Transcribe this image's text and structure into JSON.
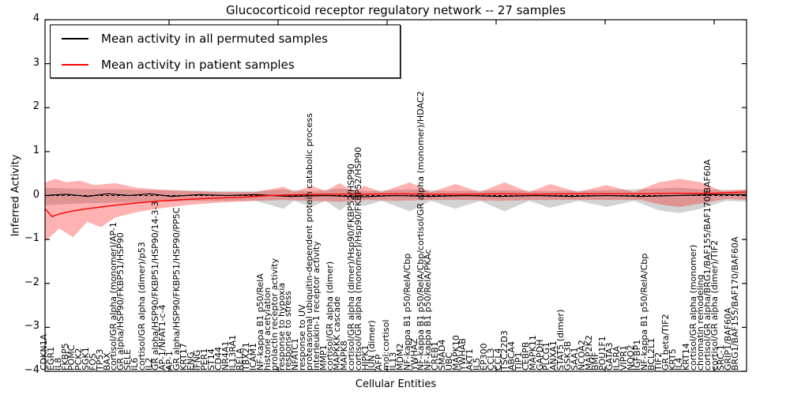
{
  "figure": {
    "title": "Glucocorticoid receptor regulatory network -- 27 samples",
    "xlabel": "Cellular Entities",
    "ylabel": "Inferred Activity"
  },
  "legend": {
    "items": [
      {
        "label": "Mean activity in all permuted samples",
        "color": "#000000"
      },
      {
        "label": "Mean activity in patient samples",
        "color": "#ff0000"
      }
    ]
  },
  "chart_data": {
    "type": "line",
    "title": "Glucocorticoid receptor regulatory network -- 27 samples",
    "xlabel": "Cellular Entities",
    "ylabel": "Inferred Activity",
    "ylim": [
      -4,
      4
    ],
    "yticks": [
      "4",
      "3",
      "2",
      "1",
      "0",
      "−1",
      "−2",
      "−3",
      "−4"
    ],
    "ytick_values": [
      4,
      3,
      2,
      1,
      0,
      -1,
      -2,
      -3,
      -4
    ],
    "grid": false,
    "legend_position": "upper left",
    "n_samples": 27,
    "entities": [
      "CDKN1A",
      "EGR1",
      "IL8",
      "FKBP5",
      "POMC",
      "PCK2",
      "SGK1",
      "FOS",
      "TP53",
      "BAX",
      "cortisol/GR alpha (monomer)/AP-1",
      "GR alpha/HSP90/FKBP51/HSP90",
      "SELE",
      "IL6",
      "cortisol/GR alpha (dimer)/p53",
      "IL2",
      "GR alpha/HSP90/FKBP51/HSP90/14-3-3",
      "AP-1/NFAT1-c-4",
      "AP-1",
      "GR alpha/HSP90/FKBP51/HSP90/PP5C",
      "KRT17",
      "ENG",
      "IFNG",
      "PER1",
      "ST14",
      "CD44",
      "NR4A1",
      "IL13RA1",
      "RELA",
      "TBX21",
      "ICAM1",
      "NF-kappa B1 p50/RelA",
      "histone acetylation",
      "prolactin receptor activity",
      "response to hypoxia",
      "response to stress",
      "NFATC1",
      "response to UV",
      "proteasomal ubiquitin-dependent protein catabolic process",
      "interleukin-1 receptor activity",
      "MMP1",
      "cortisol/GR alpha (dimer)",
      "MAPKKK cascade",
      "MAPK8",
      "cortisol/GR alpha (dimer)/Hsp90/FKBP52/HSP90",
      "cortisol/GR alpha (monomer)/Hsp90/FKBP52/HSP90",
      "HIPK1",
      "JUN (dimer)",
      "AFP",
      "mol:cortisol",
      "IL13",
      "MDM2",
      "NF-kappa B1 p50/RelA/Cbp",
      "YWHAZ",
      "NF-kappa B1 p50/RelA/Cbp/cortisol/GR alpha (monomer)/HDAC2",
      "NF-kappa B1 p50/RelA/PKAc",
      "CREB1",
      "SMAD4",
      "UBC",
      "MAPK10",
      "YWHAB",
      "AKT1",
      "IL5",
      "EP300",
      "CCL3",
      "CCL4",
      "TSC22D3",
      "ABCA4",
      "TJP1",
      "CEBPB",
      "MAPK11",
      "GAPDH",
      "PLCG1",
      "ANXA1",
      "STAT5 (dimer)",
      "GSK3B",
      "SAA1",
      "NCOA2",
      "MAP2K2",
      "BMF",
      "POU1F1",
      "GATA3",
      "IL5RA",
      "VIPR1",
      "NQO2",
      "IGFBP1",
      "NF-kappa B1 p50/RelA/Cbp",
      "BCL2L1",
      "TIF2",
      "GR beta/TIF2",
      "KRT5",
      "IL4",
      "KRT14",
      "cortisol/GR alpha (monomer)",
      "chromatin remodeling",
      "cortisol/GR alpha/BRG1/BAF155/BAF170/BAF60A",
      "cortisol/GR alpha (dimer)/TIF2",
      "SRC-1",
      "GRIP1/BAF60A",
      "BRG1/BAF155/BAF170/BAF60A"
    ],
    "series": [
      {
        "name": "Mean activity in all permuted samples",
        "color": "#000000",
        "width": 1.2,
        "points": [
          [
            0,
            0.0
          ],
          [
            0.03,
            0.03
          ],
          [
            0.06,
            -0.02
          ],
          [
            0.09,
            0.04
          ],
          [
            0.12,
            0.0
          ],
          [
            0.15,
            0.04
          ],
          [
            0.18,
            -0.02
          ],
          [
            0.22,
            0.02
          ],
          [
            0.26,
            0.0
          ],
          [
            0.3,
            0.02
          ],
          [
            0.35,
            -0.02
          ],
          [
            0.4,
            0.0
          ],
          [
            0.45,
            -0.03
          ],
          [
            0.5,
            0.0
          ],
          [
            0.55,
            -0.02
          ],
          [
            0.6,
            0.0
          ],
          [
            0.65,
            -0.02
          ],
          [
            0.7,
            0.0
          ],
          [
            0.75,
            -0.02
          ],
          [
            0.8,
            0.0
          ],
          [
            0.85,
            -0.02
          ],
          [
            0.9,
            0.0
          ],
          [
            0.95,
            0.02
          ],
          [
            1,
            0.02
          ]
        ]
      },
      {
        "name": "Mean activity in patient samples",
        "color": "#ff0000",
        "width": 1.4,
        "points": [
          [
            0,
            -0.3
          ],
          [
            0.01,
            -0.48
          ],
          [
            0.02,
            -0.42
          ],
          [
            0.04,
            -0.35
          ],
          [
            0.06,
            -0.3
          ],
          [
            0.08,
            -0.26
          ],
          [
            0.1,
            -0.22
          ],
          [
            0.13,
            -0.17
          ],
          [
            0.16,
            -0.13
          ],
          [
            0.2,
            -0.09
          ],
          [
            0.24,
            -0.06
          ],
          [
            0.28,
            -0.04
          ],
          [
            0.32,
            0.0
          ],
          [
            0.36,
            0.02
          ],
          [
            0.4,
            0.03
          ],
          [
            0.45,
            0.03
          ],
          [
            0.5,
            0.04
          ],
          [
            0.55,
            0.03
          ],
          [
            0.6,
            0.03
          ],
          [
            0.65,
            0.04
          ],
          [
            0.7,
            0.03
          ],
          [
            0.75,
            0.04
          ],
          [
            0.8,
            0.04
          ],
          [
            0.85,
            0.04
          ],
          [
            0.9,
            0.05
          ],
          [
            0.95,
            0.05
          ],
          [
            1,
            0.08
          ]
        ]
      }
    ],
    "zero_line": {
      "value": 0,
      "style": "dashed",
      "color": "#000000"
    },
    "bands": [
      {
        "name": "permuted-band",
        "color": "#9e9e9e",
        "opacity": 0.45,
        "upper": [
          [
            0,
            0.18
          ],
          [
            0.05,
            0.15
          ],
          [
            0.1,
            0.14
          ],
          [
            0.15,
            0.12
          ],
          [
            0.2,
            0.12
          ],
          [
            0.25,
            0.1
          ],
          [
            0.3,
            0.1
          ],
          [
            0.34,
            0.14
          ],
          [
            0.38,
            0.1
          ],
          [
            0.42,
            0.16
          ],
          [
            0.46,
            0.1
          ],
          [
            0.52,
            0.14
          ],
          [
            0.58,
            0.1
          ],
          [
            0.65,
            0.12
          ],
          [
            0.72,
            0.1
          ],
          [
            0.8,
            0.12
          ],
          [
            0.875,
            0.16
          ],
          [
            0.905,
            0.18
          ],
          [
            0.935,
            0.14
          ],
          [
            1,
            0.12
          ]
        ],
        "lower": [
          [
            0,
            -0.22
          ],
          [
            0.05,
            -0.18
          ],
          [
            0.1,
            -0.16
          ],
          [
            0.15,
            -0.14
          ],
          [
            0.2,
            -0.12
          ],
          [
            0.25,
            -0.12
          ],
          [
            0.3,
            -0.12
          ],
          [
            0.34,
            -0.3
          ],
          [
            0.355,
            -0.12
          ],
          [
            0.38,
            -0.26
          ],
          [
            0.4,
            -0.12
          ],
          [
            0.42,
            -0.34
          ],
          [
            0.44,
            -0.12
          ],
          [
            0.455,
            -0.24
          ],
          [
            0.48,
            -0.12
          ],
          [
            0.52,
            -0.36
          ],
          [
            0.55,
            -0.12
          ],
          [
            0.585,
            -0.3
          ],
          [
            0.62,
            -0.12
          ],
          [
            0.655,
            -0.36
          ],
          [
            0.69,
            -0.12
          ],
          [
            0.72,
            -0.28
          ],
          [
            0.76,
            -0.12
          ],
          [
            0.8,
            -0.26
          ],
          [
            0.84,
            -0.12
          ],
          [
            0.875,
            -0.34
          ],
          [
            0.905,
            -0.4
          ],
          [
            0.935,
            -0.3
          ],
          [
            0.97,
            -0.12
          ],
          [
            1,
            -0.14
          ]
        ]
      },
      {
        "name": "patient-band",
        "color": "#ff0000",
        "opacity": 0.3,
        "upper": [
          [
            0,
            0.3
          ],
          [
            0.015,
            0.38
          ],
          [
            0.03,
            0.3
          ],
          [
            0.05,
            0.34
          ],
          [
            0.07,
            0.24
          ],
          [
            0.1,
            0.28
          ],
          [
            0.13,
            0.18
          ],
          [
            0.16,
            0.14
          ],
          [
            0.2,
            0.1
          ],
          [
            0.25,
            0.08
          ],
          [
            0.3,
            0.08
          ],
          [
            0.34,
            0.2
          ],
          [
            0.355,
            0.08
          ],
          [
            0.38,
            0.22
          ],
          [
            0.4,
            0.1
          ],
          [
            0.42,
            0.28
          ],
          [
            0.44,
            0.1
          ],
          [
            0.455,
            0.22
          ],
          [
            0.48,
            0.08
          ],
          [
            0.52,
            0.3
          ],
          [
            0.55,
            0.08
          ],
          [
            0.585,
            0.26
          ],
          [
            0.62,
            0.08
          ],
          [
            0.655,
            0.3
          ],
          [
            0.69,
            0.08
          ],
          [
            0.72,
            0.26
          ],
          [
            0.76,
            0.08
          ],
          [
            0.8,
            0.24
          ],
          [
            0.84,
            0.08
          ],
          [
            0.875,
            0.3
          ],
          [
            0.905,
            0.38
          ],
          [
            0.935,
            0.3
          ],
          [
            0.965,
            0.1
          ],
          [
            1,
            0.14
          ]
        ],
        "lower": [
          [
            0,
            -1.05
          ],
          [
            0.02,
            -0.75
          ],
          [
            0.04,
            -0.95
          ],
          [
            0.06,
            -0.6
          ],
          [
            0.08,
            -0.72
          ],
          [
            0.1,
            -0.5
          ],
          [
            0.13,
            -0.38
          ],
          [
            0.16,
            -0.3
          ],
          [
            0.2,
            -0.22
          ],
          [
            0.25,
            -0.16
          ],
          [
            0.3,
            -0.12
          ],
          [
            0.34,
            -0.1
          ],
          [
            0.38,
            -0.12
          ],
          [
            0.42,
            -0.14
          ],
          [
            0.46,
            -0.1
          ],
          [
            0.5,
            -0.12
          ],
          [
            0.55,
            -0.1
          ],
          [
            0.6,
            -0.1
          ],
          [
            0.65,
            -0.12
          ],
          [
            0.7,
            -0.1
          ],
          [
            0.75,
            -0.1
          ],
          [
            0.8,
            -0.1
          ],
          [
            0.85,
            -0.1
          ],
          [
            0.875,
            -0.2
          ],
          [
            0.905,
            -0.26
          ],
          [
            0.935,
            -0.18
          ],
          [
            0.97,
            -0.08
          ],
          [
            1,
            -0.1
          ]
        ]
      }
    ]
  }
}
